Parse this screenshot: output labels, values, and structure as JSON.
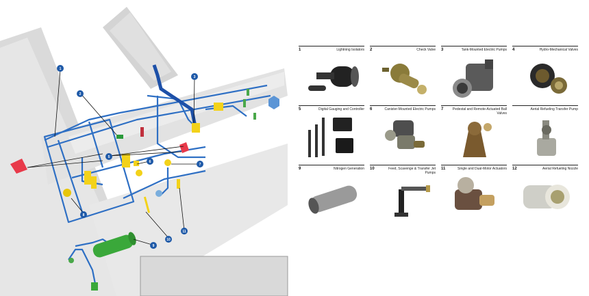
{
  "diagram": {
    "callouts": [
      "1",
      "2",
      "3",
      "5",
      "6",
      "7",
      "8",
      "9",
      "10",
      "11"
    ]
  },
  "catalog": {
    "items": [
      {
        "num": "1",
        "title": "Lightning Isolators"
      },
      {
        "num": "2",
        "title": "Check Valve"
      },
      {
        "num": "3",
        "title": "Tank-Mounted Electric Pumps"
      },
      {
        "num": "4",
        "title": "Hydro-Mechanical Valves"
      },
      {
        "num": "5",
        "title": "Digital Gauging and Controller"
      },
      {
        "num": "6",
        "title": "Canister-Mounted Electric Pumps"
      },
      {
        "num": "7",
        "title": "Pedestal and Remote-Actuated Ball Valves"
      },
      {
        "num": "",
        "title": "Aerial Refueling Transfer Pump"
      },
      {
        "num": "9",
        "title": "Nitrogen Generation"
      },
      {
        "num": "10",
        "title": "Feed, Scavenge & Transfer Jet Pumps"
      },
      {
        "num": "11",
        "title": "Single and Dual-Motor Actuators"
      },
      {
        "num": "12",
        "title": "Aerial Refueling Nozzle"
      }
    ]
  },
  "colors": {
    "pipe": "#2e6fc4",
    "callout": "#1f5aa8",
    "sensor": "#e83a4a",
    "yellow": "#f3d21a",
    "green": "#3aa83a",
    "gray": "#d9d9d9"
  }
}
